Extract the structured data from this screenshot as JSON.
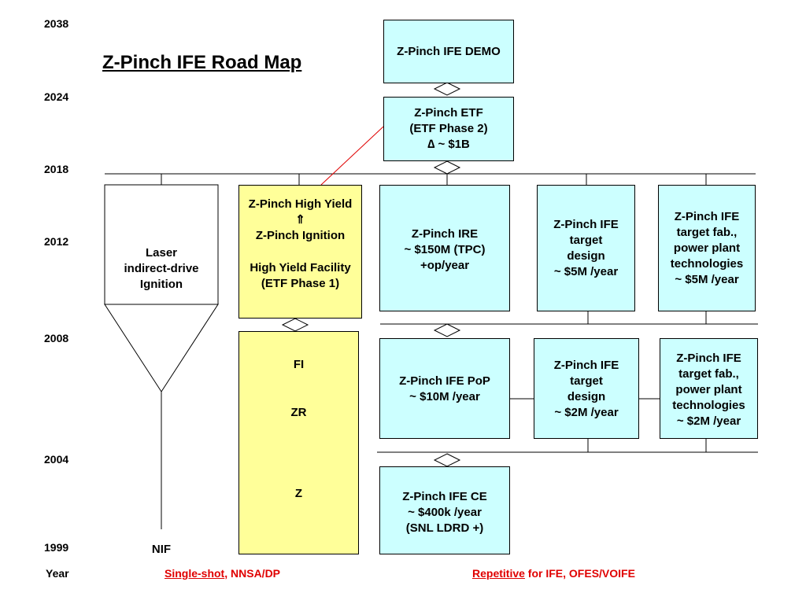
{
  "title": "Z-Pinch IFE Road Map",
  "years": {
    "y2038": "2038",
    "y2024": "2024",
    "y2018": "2018",
    "y2012": "2012",
    "y2008": "2008",
    "y2004": "2004",
    "y1999": "1999",
    "axis_label": "Year"
  },
  "boxes": {
    "demo": [
      "Z-Pinch IFE DEMO"
    ],
    "etf": [
      "Z-Pinch ETF",
      "(ETF Phase 2)",
      "∆ ~ $1B"
    ],
    "high_yield": {
      "line1": "Z-Pinch High Yield",
      "arrow": "⇑",
      "line2": "Z-Pinch Ignition",
      "line3": "High Yield Facility",
      "line4": "(ETF Phase 1)"
    },
    "ire": [
      "Z-Pinch IRE",
      "~ $150M (TPC)",
      "+op/year"
    ],
    "target_design_2012": [
      "Z-Pinch IFE",
      "target",
      "design",
      "~ $5M /year"
    ],
    "target_fab_2012": [
      "Z-Pinch IFE",
      "target fab.,",
      "power plant",
      "technologies",
      "~ $5M /year"
    ],
    "pop": [
      "Z-Pinch IFE PoP",
      "~ $10M /year"
    ],
    "target_design_2008": [
      "Z-Pinch IFE",
      "target",
      "design",
      "~ $2M /year"
    ],
    "target_fab_2008": [
      "Z-Pinch IFE",
      "target fab.,",
      "power plant",
      "technologies",
      "~ $2M /year"
    ],
    "ce": [
      "Z-Pinch IFE CE",
      "~ $400k /year",
      "(SNL LDRD +)"
    ],
    "fi_zr_z": [
      "FI",
      "ZR",
      "Z"
    ],
    "laser": [
      "Laser",
      "indirect-drive",
      "Ignition"
    ],
    "nif": "NIF"
  },
  "footer": {
    "left_highlight": "Single-shot",
    "left_rest": ", NNSA/DP",
    "right_highlight": "Repetitive",
    "right_rest": " for IFE, OFES/VOIFE"
  },
  "colors": {
    "cyan_fill": "#ccffff",
    "yellow_fill": "#ffff99",
    "red_accent": "#e00000"
  }
}
